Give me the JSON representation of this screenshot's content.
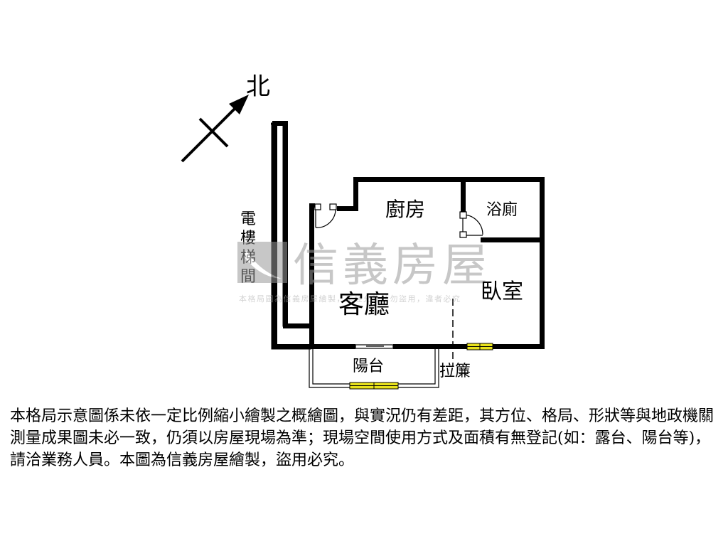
{
  "compass": {
    "north_label": "北"
  },
  "rooms": {
    "kitchen": "廚房",
    "bathroom": "浴廁",
    "living_room": "客廳",
    "bedroom": "臥室",
    "balcony": "陽台"
  },
  "labels": {
    "stairwell": [
      "電",
      "樓",
      "梯",
      "間"
    ],
    "curtain": "拉簾"
  },
  "watermark": {
    "brand": "信義房屋",
    "notice": "本格局圖為信義房屋繪製，未經允許請勿盜用，違者必究"
  },
  "disclaimer": "本格局示意圖係未依一定比例縮小繪製之概繪圖，與實況仍有差距，其方位、格局、形狀等與地政機關測量成果圖未必一致，仍須以房屋現場為準；現場空間使用方式及面積有無登記(如：露台、陽台等)，請洽業務人員。本圖為信義房屋繪製，盜用必究。",
  "colors": {
    "wall": "#000000",
    "window": "#e8e21c",
    "watermark": "#9a9a9a"
  }
}
